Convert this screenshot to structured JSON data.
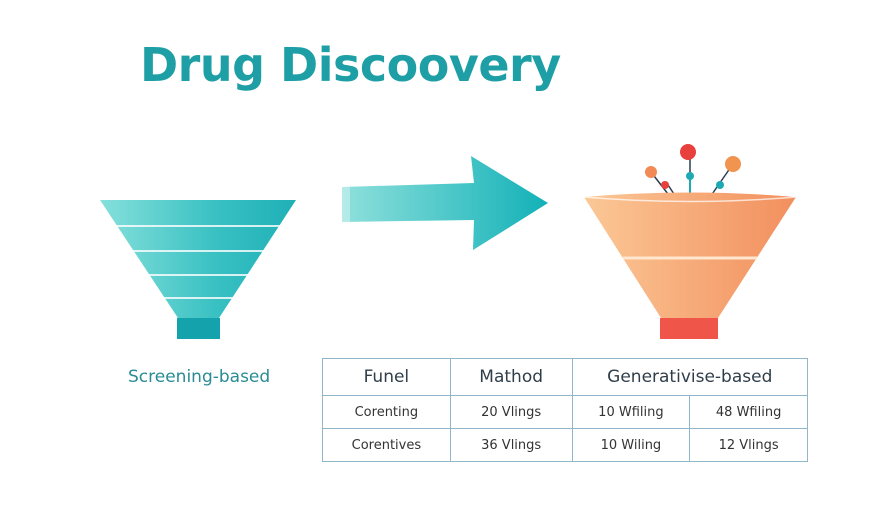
{
  "title": "Drug Discoovery",
  "left_funnel": {
    "label": "Screening-based",
    "color_light": "#7fdcd8",
    "color_dark": "#1eb0b6",
    "neck_color": "#14a2ad"
  },
  "arrow": {
    "color": "#1eb8bd"
  },
  "right_funnel": {
    "color_light": "#f9c08d",
    "color_dark": "#f28f60",
    "neck_color": "#ef5548",
    "molecule_colors": [
      "#f28a55",
      "#e8403a",
      "#f0944f",
      "#1ea9b5"
    ]
  },
  "table": {
    "headers": [
      "Funel",
      "Mathod",
      "Generativise-based"
    ],
    "rows": [
      [
        "Corenting",
        "20 Vlings",
        "10 Wfiling",
        "48 Wfiling"
      ],
      [
        "Corentives",
        "36 Vlings",
        "10 Wiling",
        "12 Vlings"
      ]
    ]
  }
}
